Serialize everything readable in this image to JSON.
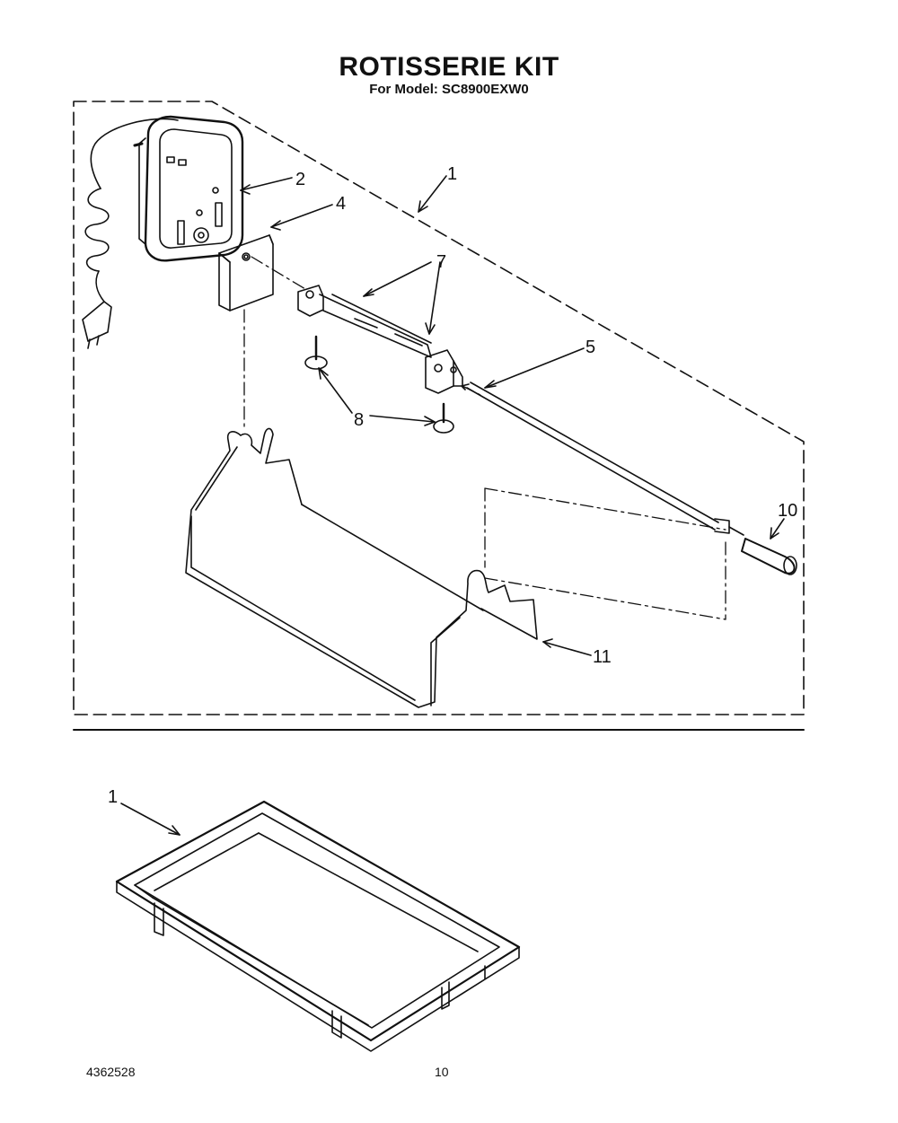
{
  "header": {
    "title": "ROTISSERIE KIT",
    "subtitle": "For Model: SC8900EXW0"
  },
  "callouts": {
    "kit": "1",
    "motor": "2",
    "bracket": "4",
    "spit": "5",
    "forks": "7",
    "screws": "8",
    "handle": "10",
    "rack": "11",
    "pan": "1"
  },
  "footer": {
    "part_number": "4362528",
    "page_number": "10"
  }
}
